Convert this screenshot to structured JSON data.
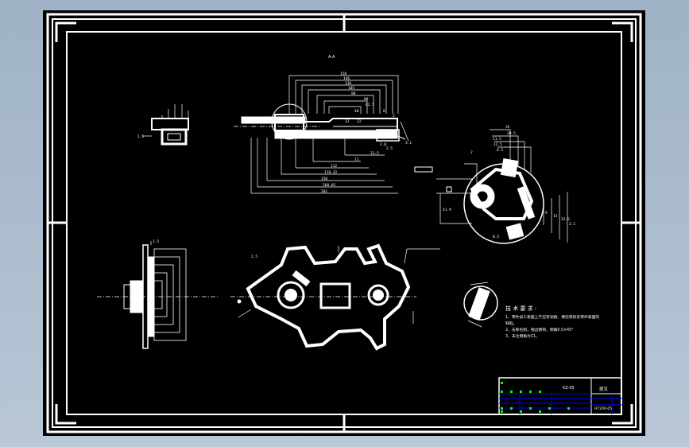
{
  "drawing": {
    "section_label": "A-A",
    "tech_title": "技 术 要 求 :",
    "tech_notes": [
      "1、零件加工表面上不应有划痕、擦伤等损伤零件表面的",
      "缺陷。",
      "2、去除毛刺，锐边倒钝，倒角0.5×45°",
      "3、未注倒角为C1。"
    ],
    "title_block": {
      "doc_no": "KZ-05",
      "part_name": "拨叉",
      "scale_ref": "HT200-05"
    },
    "dims_top": [
      "158",
      "146",
      "136",
      "105",
      "98",
      "80",
      "62.5",
      "40",
      "8",
      "2",
      "12",
      "22",
      "2.8",
      "2.5",
      "3.1",
      "31.5",
      "71",
      "112",
      "178.22",
      "150",
      "268.02",
      "201"
    ],
    "dims_right": [
      "35",
      "20.5",
      "11.5",
      "12.5",
      "8.5",
      "2",
      "9",
      "15",
      "22.5",
      "3.1",
      "41.9",
      "0.5"
    ],
    "leader_labels": {
      "top_left_view": "1.5",
      "side_view": "1.5",
      "plan_view": "2.5"
    },
    "colors": {
      "paper": "#000000",
      "line": "#ffffff",
      "frame_bg": "#9fb2c6",
      "accent_green": "#00ff00",
      "accent_blue": "#0000ff"
    }
  }
}
